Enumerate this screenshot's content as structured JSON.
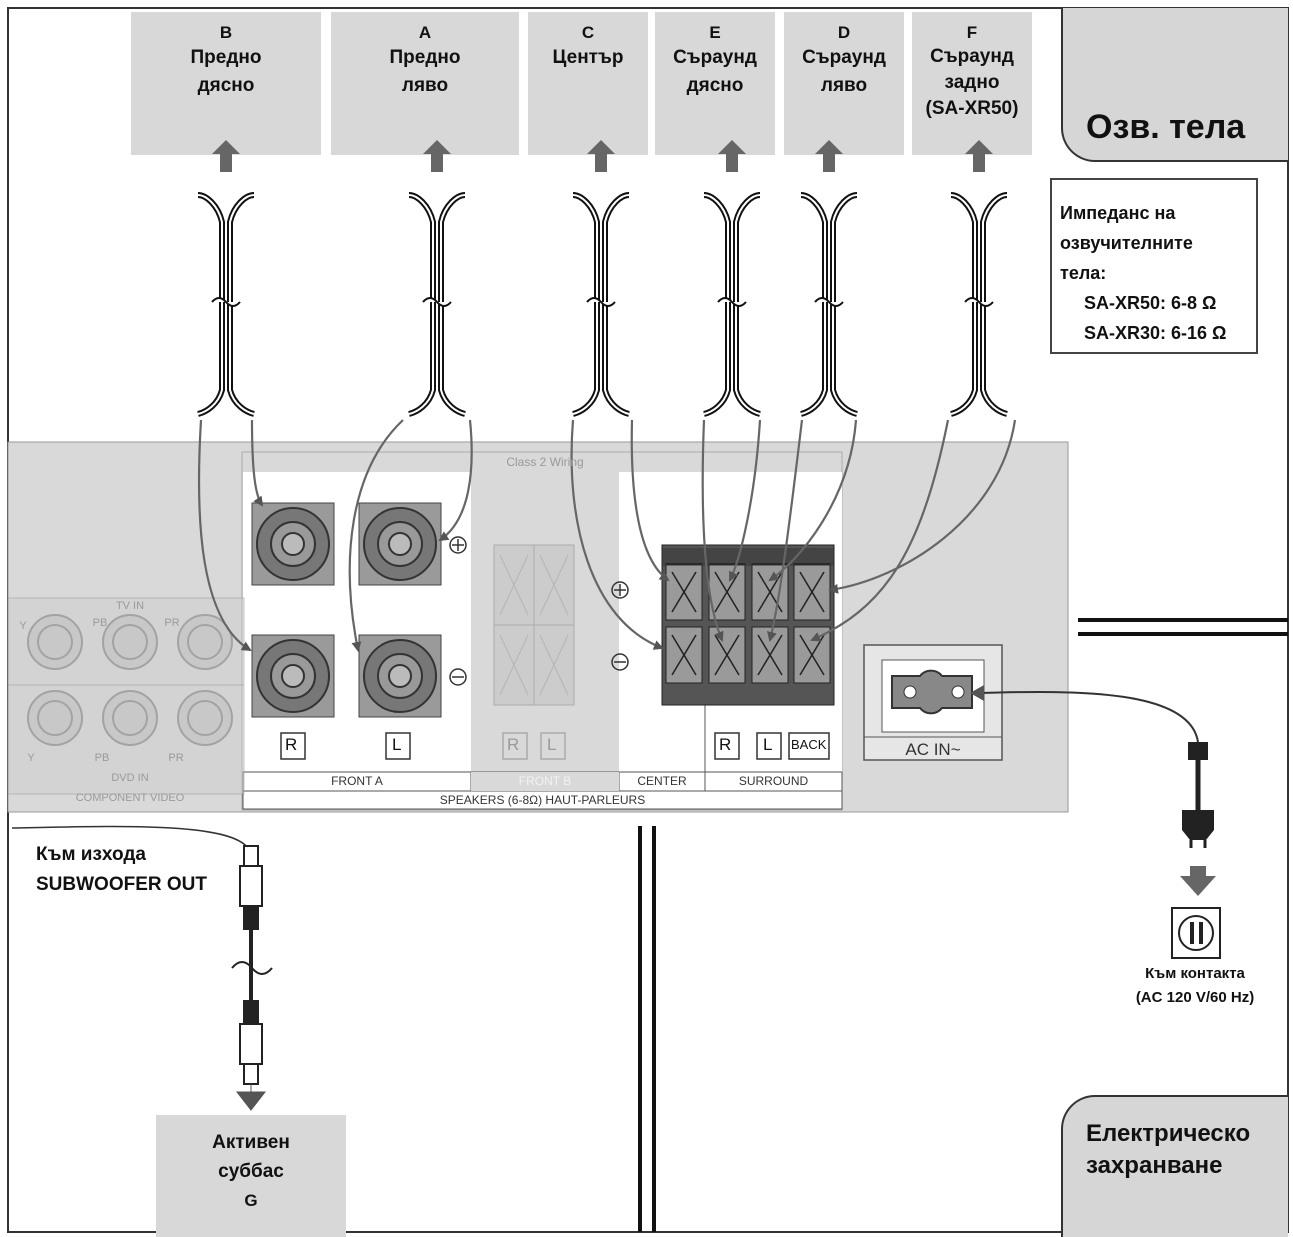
{
  "speakers": {
    "front_right": {
      "letter": "B",
      "line1": "Предно",
      "line2": "дясно"
    },
    "front_left": {
      "letter": "A",
      "line1": "Предно",
      "line2": "ляво"
    },
    "center": {
      "letter": "C",
      "line1": "Център"
    },
    "surround_right": {
      "letter": "E",
      "line1": "Съраунд",
      "line2": "дясно"
    },
    "surround_left": {
      "letter": "D",
      "line1": "Съраунд",
      "line2": "ляво"
    },
    "surround_back": {
      "letter": "F",
      "line1": "Съраунд",
      "line2": "задно",
      "line3": "(SA-XR50)"
    }
  },
  "speaker_tab": {
    "title": "Озв. тела"
  },
  "impedance": {
    "line1": "Импеданс на",
    "line2": "озвучителните",
    "line3": "тела:",
    "xr50": "SA-XR50: 6-8 Ω",
    "xr30": "SA-XR30: 6-16 Ω"
  },
  "panel": {
    "class2": "Class 2 Wiring",
    "tv_in": "TV IN",
    "pb": "PB",
    "pr": "PR",
    "y": "Y",
    "dvd_in": "DVD IN",
    "component_video": "COMPONENT VIDEO",
    "front_a": "FRONT A",
    "front_b": "FRONT B",
    "center": "CENTER",
    "surround": "SURROUND",
    "speakers": "SPEAKERS (6-8Ω) HAUT-PARLEURS",
    "r": "R",
    "l": "L",
    "back": "BACK",
    "ac_in": "AC IN~",
    "plus": "⊕",
    "minus": "⊖"
  },
  "subwoofer": {
    "to_output_line1": "Към изхода",
    "to_output_line2": "SUBWOOFER OUT",
    "active_line1": "Активен",
    "active_line2": "суббас",
    "letter": "G"
  },
  "power": {
    "outlet_line1": "Към контакта",
    "outlet_line2": "(AC 120 V/60 Hz)",
    "tab_line1": "Електрическо",
    "tab_line2": "захранване"
  }
}
